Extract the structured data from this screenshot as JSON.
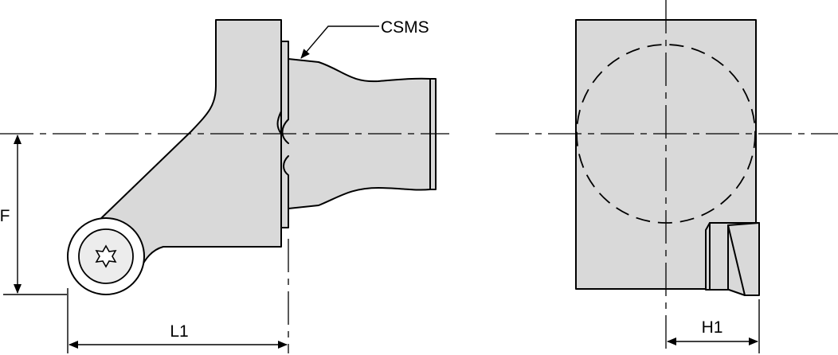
{
  "labels": {
    "csms": "CSMS",
    "f": "F",
    "l1": "L1",
    "h1": "H1"
  },
  "colors": {
    "body": "#d9d9d9",
    "line": "#000000",
    "insert_screw": "#ececec"
  }
}
